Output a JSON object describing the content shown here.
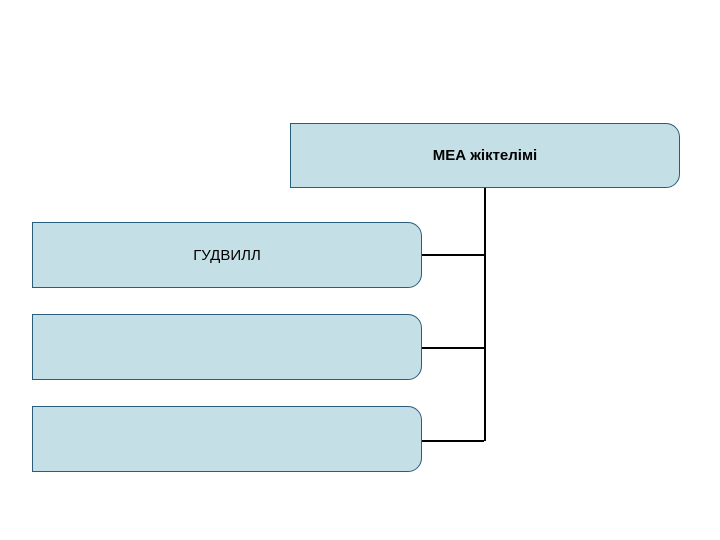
{
  "diagram": {
    "type": "tree-chart",
    "title_node": {
      "label": "МЕА жіктелімі"
    },
    "children": [
      {
        "label": "ГУДВИЛЛ"
      },
      {
        "label": ""
      },
      {
        "label": ""
      }
    ],
    "colors": {
      "node_fill": "#c5dfe6",
      "node_border": "#2a5d7c",
      "connector": "#000000",
      "background": "#ffffff",
      "text": "#000000"
    }
  }
}
